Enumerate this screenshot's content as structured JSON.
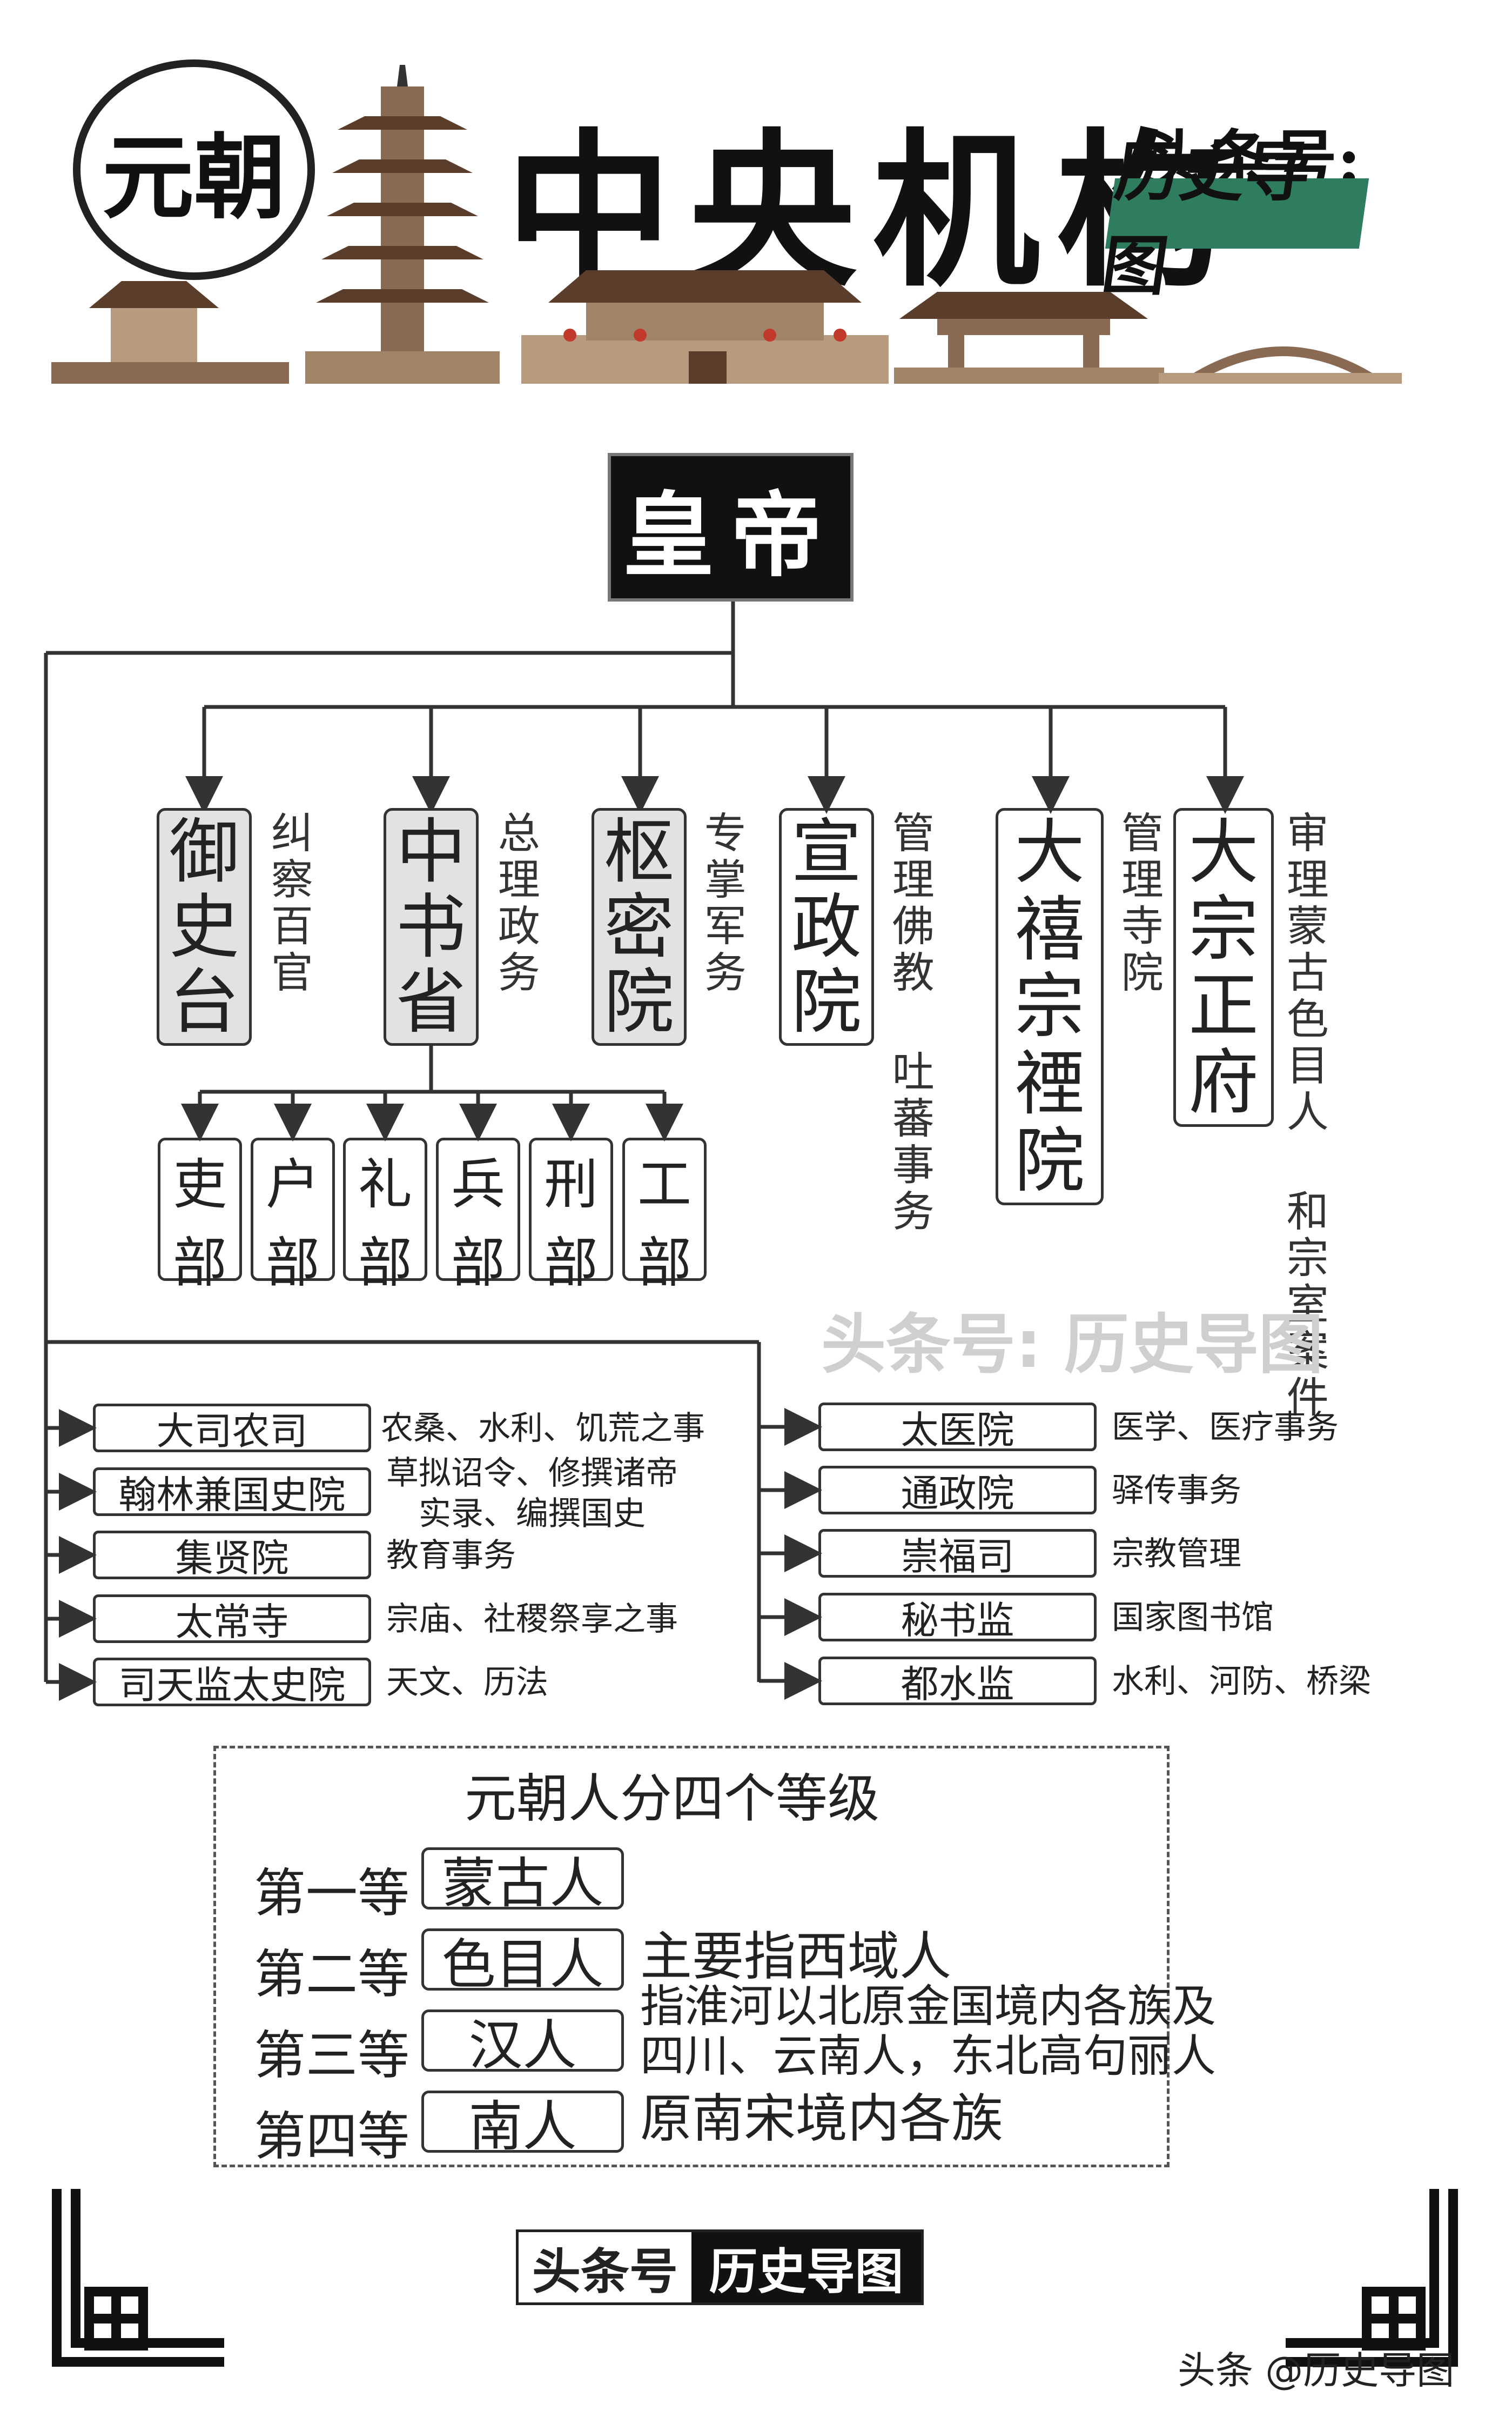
{
  "banner": {
    "circle_text": "元朝",
    "title": "中央机构",
    "tag_line1": "头条号:",
    "tag_line2": "历史导图"
  },
  "emperor": "皇帝",
  "top_orgs": [
    {
      "name": [
        "御",
        "史",
        "台"
      ],
      "desc": "纠察百官",
      "style": "gray"
    },
    {
      "name": [
        "中",
        "书",
        "省"
      ],
      "desc": "总理政务",
      "style": "gray"
    },
    {
      "name": [
        "枢",
        "密",
        "院"
      ],
      "desc": "专掌军务",
      "style": "gray"
    },
    {
      "name": [
        "宣",
        "政",
        "院"
      ],
      "desc": "管理佛教 吐蕃事务",
      "style": "white"
    },
    {
      "name": [
        "大",
        "禧",
        "宗",
        "禋",
        "院"
      ],
      "desc": "管理寺院",
      "style": "white"
    },
    {
      "name": [
        "大",
        "宗",
        "正",
        "府"
      ],
      "desc": "审理蒙古色目人 和宗室案件",
      "style": "white"
    }
  ],
  "ministries": [
    [
      "吏",
      "部"
    ],
    [
      "户",
      "部"
    ],
    [
      "礼",
      "部"
    ],
    [
      "兵",
      "部"
    ],
    [
      "刑",
      "部"
    ],
    [
      "工",
      "部"
    ]
  ],
  "left_agencies": [
    {
      "name": "大司农司",
      "desc": [
        "农桑、水利、饥荒之事"
      ]
    },
    {
      "name": "翰林兼国史院",
      "desc": [
        "草拟诏令、修撰诸帝",
        "实录、编撰国史"
      ]
    },
    {
      "name": "集贤院",
      "desc": [
        "教育事务"
      ]
    },
    {
      "name": "太常寺",
      "desc": [
        "宗庙、社稷祭享之事"
      ]
    },
    {
      "name": "司天监太史院",
      "desc": [
        "天文、历法"
      ]
    }
  ],
  "right_agencies": [
    {
      "name": "太医院",
      "desc": "医学、医疗事务"
    },
    {
      "name": "通政院",
      "desc": "驿传事务"
    },
    {
      "name": "崇福司",
      "desc": "宗教管理"
    },
    {
      "name": "秘书监",
      "desc": "国家图书馆"
    },
    {
      "name": "都水监",
      "desc": "水利、河防、桥梁"
    }
  ],
  "watermark": "头条号: 历史导图",
  "ranks": {
    "title": "元朝人分四个等级",
    "items": [
      {
        "label": "第一等",
        "group": "蒙古人",
        "desc": [
          "",
          ""
        ]
      },
      {
        "label": "第二等",
        "group": "色目人",
        "desc": [
          "主要指西域人",
          ""
        ]
      },
      {
        "label": "第三等",
        "group": "汉人",
        "desc": [
          "指淮河以北原金国境内各族及",
          "四川、云南人，东北高句丽人"
        ]
      },
      {
        "label": "第四等",
        "group": "南人",
        "desc": [
          "原南宋境内各族",
          ""
        ]
      }
    ]
  },
  "footer": {
    "left": "头条号",
    "right": "历史导图"
  },
  "credit": "头条 @历史导图"
}
